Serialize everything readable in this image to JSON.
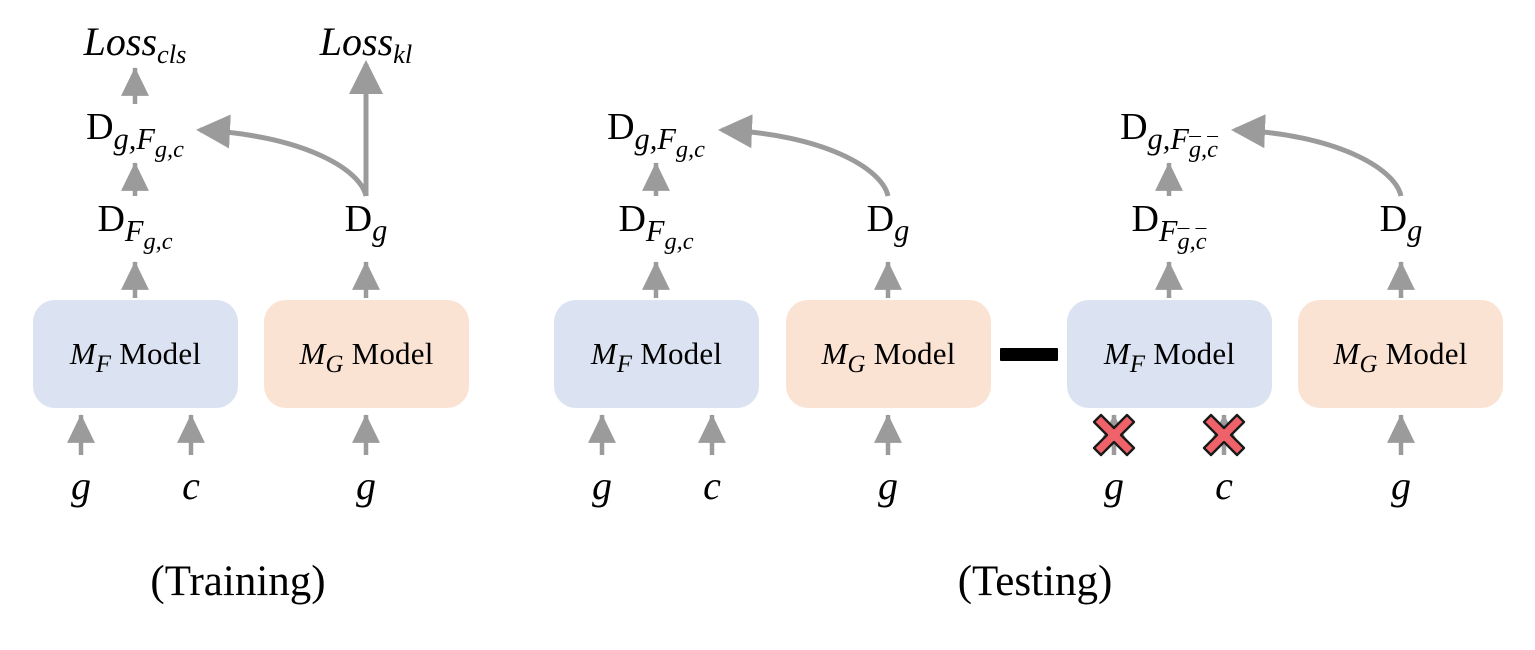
{
  "figure": {
    "title": "Training and Testing pipeline of MF / MG models",
    "colors": {
      "box_blue": "#dbe2f1",
      "box_peach": "#fbe3d4",
      "arrow_gray": "#9b9b9b",
      "connector_black": "#000000",
      "x_red_fill": "#f0626a",
      "x_red_stroke": "#d9232e",
      "text_black": "#000000",
      "background": "#ffffff"
    },
    "phases": [
      {
        "id": "training",
        "label": "(Training)"
      },
      {
        "id": "testing",
        "label": "(Testing)"
      }
    ],
    "boxes": [
      {
        "id": "train-mf",
        "model": "M",
        "model_sub": "F",
        "suffix": "Model",
        "color": "blue"
      },
      {
        "id": "train-mg",
        "model": "M",
        "model_sub": "G",
        "suffix": "Model",
        "color": "peach"
      },
      {
        "id": "test-a-mf",
        "model": "M",
        "model_sub": "F",
        "suffix": "Model",
        "color": "blue"
      },
      {
        "id": "test-a-mg",
        "model": "M",
        "model_sub": "G",
        "suffix": "Model",
        "color": "peach"
      },
      {
        "id": "test-b-mf",
        "model": "M",
        "model_sub": "F",
        "suffix": "Model",
        "color": "blue"
      },
      {
        "id": "test-b-mg",
        "model": "M",
        "model_sub": "G",
        "suffix": "Model",
        "color": "peach"
      }
    ],
    "losses": [
      {
        "id": "loss-cls",
        "base": "Loss",
        "sub": "cls"
      },
      {
        "id": "loss-kl",
        "base": "Loss",
        "sub": "kl"
      }
    ],
    "nodes": {
      "d_g_fgc_train": {
        "base": "D",
        "sub": "g,F",
        "sub2": "g,c"
      },
      "d_fgc_train": {
        "base": "D",
        "sub": "F",
        "sub2": "g,c"
      },
      "d_g_train": {
        "base": "D",
        "sub": "g"
      },
      "d_g_fgc_test": {
        "base": "D",
        "sub": "g,F",
        "sub2": "g,c"
      },
      "d_fgc_test": {
        "base": "D",
        "sub": "F",
        "sub2": "g,c"
      },
      "d_g_test_a": {
        "base": "D",
        "sub": "g"
      },
      "d_g_fbar_test": {
        "base": "D",
        "sub": "g,F",
        "sub2_a": "g",
        "sub2_sep": ",",
        "sub2_b": "c"
      },
      "d_fbar_test": {
        "base": "D",
        "sub": "F",
        "sub2_a": "g",
        "sub2_sep": ",",
        "sub2_b": "c"
      },
      "d_g_test_b": {
        "base": "D",
        "sub": "g"
      }
    },
    "inputs": [
      {
        "id": "train-mf-g",
        "symbol": "g",
        "blocked": false
      },
      {
        "id": "train-mf-c",
        "symbol": "c",
        "blocked": false
      },
      {
        "id": "train-mg-g",
        "symbol": "g",
        "blocked": false
      },
      {
        "id": "test-a-mf-g",
        "symbol": "g",
        "blocked": false
      },
      {
        "id": "test-a-mf-c",
        "symbol": "c",
        "blocked": false
      },
      {
        "id": "test-a-mg-g",
        "symbol": "g",
        "blocked": false
      },
      {
        "id": "test-b-mf-g",
        "symbol": "g",
        "blocked": true
      },
      {
        "id": "test-b-mf-c",
        "symbol": "c",
        "blocked": true
      },
      {
        "id": "test-b-mg-g",
        "symbol": "g",
        "blocked": false
      }
    ],
    "annotations": {
      "blocked_marker": "x-mark",
      "link_bar": "solid-black-bar"
    }
  }
}
